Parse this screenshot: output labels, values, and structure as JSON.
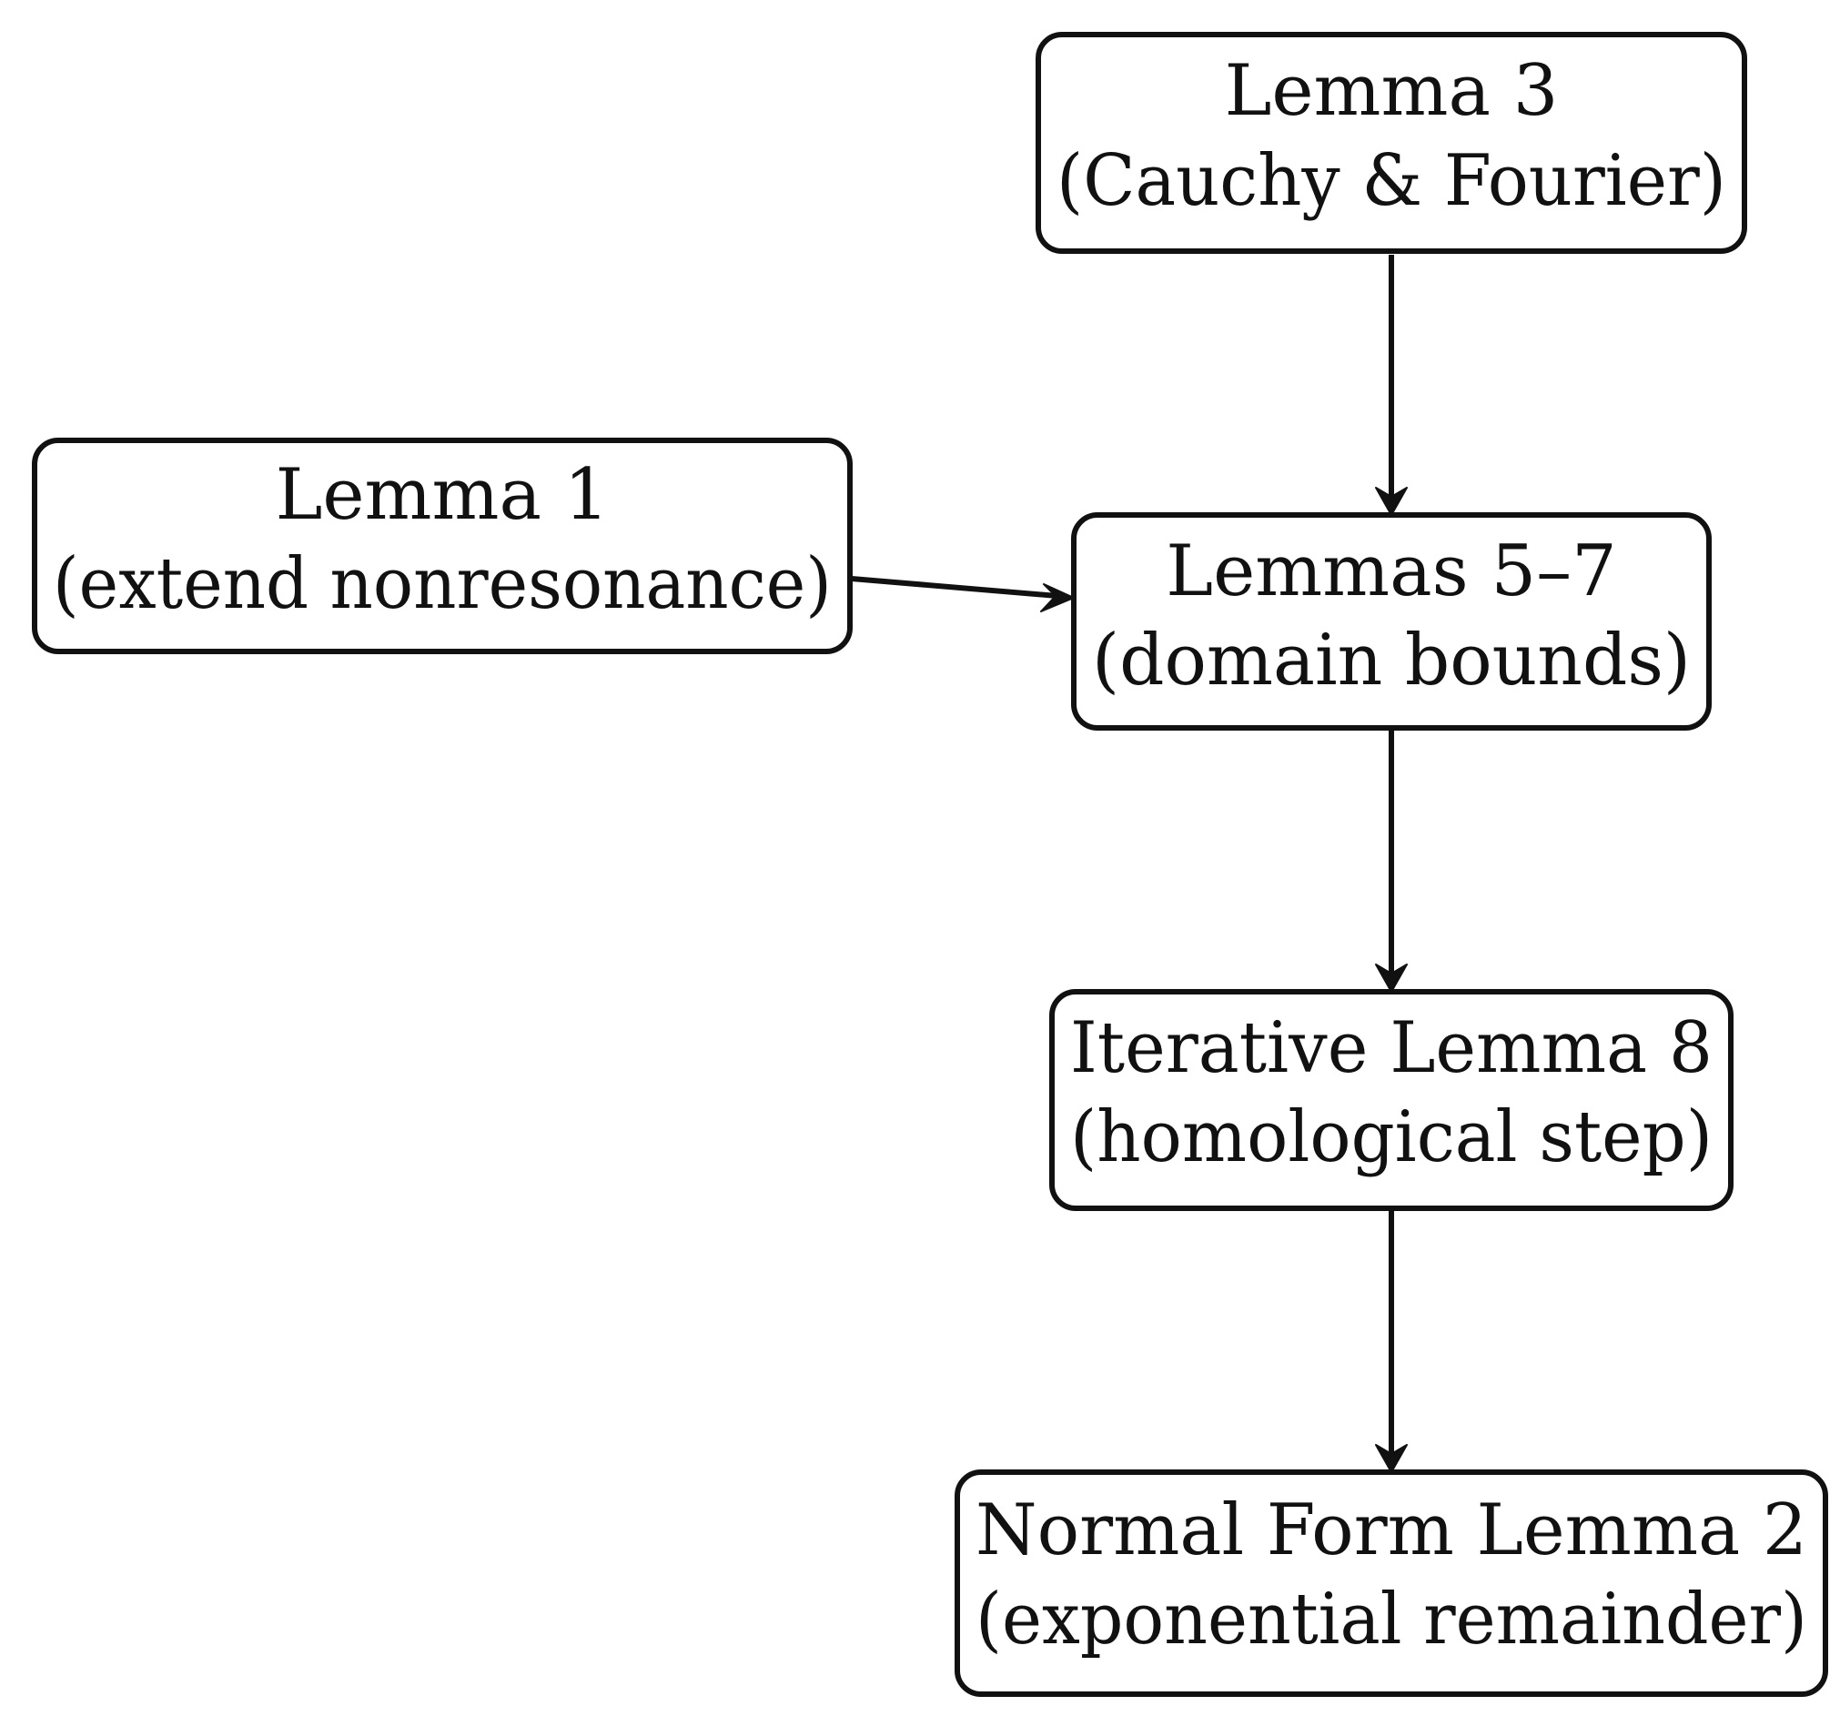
{
  "nodes": {
    "lemma3": {
      "line1": "Lemma 3",
      "line2": "(Cauchy & Fourier)"
    },
    "lemma1": {
      "line1": "Lemma 1",
      "line2": "(extend nonresonance)"
    },
    "lemmas5_7": {
      "line1": "Lemmas 5–7",
      "line2": "(domain bounds)"
    },
    "lemma8": {
      "line1": "Iterative Lemma 8",
      "line2": "(homological step)"
    },
    "lemma2": {
      "line1": "Normal Form Lemma 2",
      "line2": "(exponential remainder)"
    }
  },
  "edges": [
    {
      "from": "lemma3",
      "to": "lemmas5_7"
    },
    {
      "from": "lemma1",
      "to": "lemmas5_7"
    },
    {
      "from": "lemmas5_7",
      "to": "lemma8"
    },
    {
      "from": "lemma8",
      "to": "lemma2"
    }
  ]
}
